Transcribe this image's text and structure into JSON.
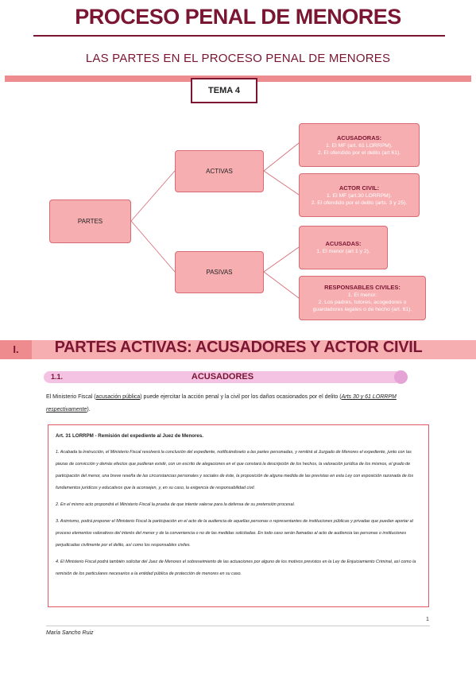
{
  "header": {
    "title": "PROCESO PENAL DE MENORES",
    "subtitle": "LAS PARTES EN EL PROCESO PENAL DE MENORES",
    "tema": "TEMA 4"
  },
  "mindmap": {
    "root": "PARTES",
    "activas": "ACTIVAS",
    "pasivas": "PASIVAS",
    "acusadoras": {
      "heading": "ACUSADORAS:",
      "lines": [
        "1. El MF (art. 61 LORRPM).",
        "2. El ofendido por el delito (art 61)."
      ]
    },
    "actor_civil": {
      "heading": "ACTOR CIVIL:",
      "lines": [
        "1. El MF (art.30 LORRPM).",
        "2. El ofendido por el delito (arts. 3 y 25)."
      ]
    },
    "acusadas": {
      "heading": "ACUSADAS:",
      "lines": [
        "1. El menor (art 1 y 2)."
      ]
    },
    "responsables": {
      "heading": "RESPONSABLES CIVILES:",
      "lines": [
        "1. El menor.",
        "2. Los padres, tutores, acogedores o",
        "guardadores legales o de hecho (art. 61)."
      ]
    }
  },
  "section1": {
    "number": "I.",
    "title": "PARTES ACTIVAS: ACUSADORES Y ACTOR CIVIL",
    "sub_number": "1.1.",
    "sub_title": "ACUSADORES"
  },
  "intro": {
    "part1": "El Ministerio Fiscal (",
    "link1": "acusación pública",
    "part2": ") puede ejercitar la acción penal y la civil por los daños ocasionados por el delito (",
    "link2": "Arts 30 y 61 LORRPM respectivamente",
    "part3": ")."
  },
  "article": {
    "title": "Art. 31 LORRPM - Remisión del expediente al Juez de Menores.",
    "paragraphs": [
      "1. Acabada la instrucción, el Ministerio Fiscal resolverá la conclusión del expediente, notificándoselo a las partes personadas, y remitirá al Juzgado de Menores el expediente, junto con las piezas de convicción y demás efectos que pudieran existir, con un escrito de alegaciones en el que constará la descripción de los hechos, la valoración jurídica de los mismos, el grado de participación del menor, una breve reseña de las circunstancias personales y sociales de éste, la proposición de alguna medida de las previstas en esta Ley con exposición razonada de los fundamentos jurídicos y educativos que la aconsejen, y, en su caso, la exigencia de responsabilidad civil.",
      "2. En el mismo acto propondrá el Ministerio Fiscal la prueba de que intente valerse para la defensa de su pretensión procesal.",
      "3. Asimismo, podrá proponer el Ministerio Fiscal la participación en el acto de la audiencia de aquellas personas o representantes de instituciones públicas y privadas que puedan aportar al proceso elementos valorativos del interés del menor y de la conveniencia o no de las medidas solicitadas. En todo caso serán llamadas al acto de audiencia las personas o instituciones perjudicadas civilmente por el delito, así como los responsables civiles.",
      "4. El Ministerio Fiscal podrá también solicitar del Juez de Menores el sobreseimiento de las actuaciones por alguno de los motivos previstos en la Ley de Enjuiciamiento Criminal, así como la remisión de los particulares necesarios a la entidad pública de protección de menores en su caso."
    ]
  },
  "footer": {
    "page": "1",
    "author": "María Sancho Ruiz"
  }
}
